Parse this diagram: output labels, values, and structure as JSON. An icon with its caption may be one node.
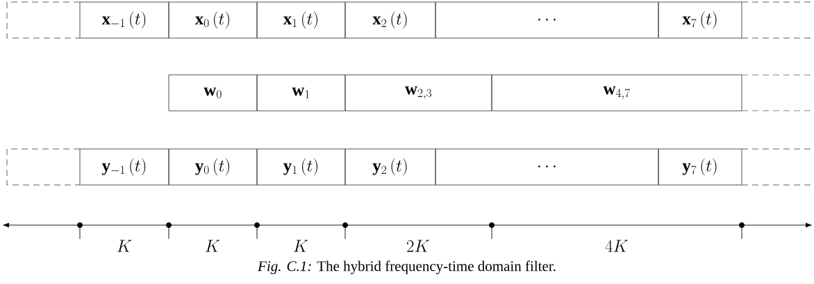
{
  "diagram": {
    "caption": "*Fig. C.1:* The hybrid frequency-time domain filter.",
    "nodes": [
      {
        "text": [],
        "shape": "box"
      },
      {
        "text": [
          "\\mathbf{x}_{-1}\\left(t\\right)"
        ]
      },
      {
        "text": [
          "\\mathbf{x}_{0}\\left(t\\right)"
        ]
      },
      {
        "text": [
          "\\mathbf{x}_{1}\\left(t\\right)"
        ]
      },
      {
        "text": [
          "\\mathbf{x}_{2}\\left(t\\right)"
        ]
      },
      {
        "text": [
          "\\cdots"
        ]
      },
      {
        "text": [
          "\\mathbf{x}_{7}\\left(t\\right)"
        ]
      },
      {
        "text": [],
        "shape": "box"
      },
      {
        "text": [
          "\\mathbf{w}_{0}"
        ]
      },
      {
        "text": [
          "\\mathbf{w}_{1}"
        ]
      },
      {
        "text": [
          "\\mathbf{w}_{2,3}"
        ]
      },
      {
        "text": [
          "\\mathbf{w}_{4,7}"
        ]
      },
      {
        "text": [],
        "shape": "box"
      },
      {
        "text": [],
        "shape": "box"
      },
      {
        "text": [
          "\\mathbf{y}_{-1}\\left(t\\right)"
        ]
      },
      {
        "text": [
          "\\mathbf{y}_{0}\\left(t\\right)"
        ]
      },
      {
        "text": [
          "\\mathbf{y}_{1}\\left(t\\right)"
        ]
      },
      {
        "text": [
          "\\mathbf{y}_{2}\\left(t\\right)"
        ]
      },
      {
        "text": [
          "\\cdots"
        ]
      },
      {
        "text": [
          "\\mathbf{y}_{7}\\left(t\\right)"
        ]
      },
      {
        "text": [],
        "shape": "box"
      }
    ],
    "labels": [
      "K",
      "K",
      "K",
      "2K",
      "4K"
    ]
  }
}
